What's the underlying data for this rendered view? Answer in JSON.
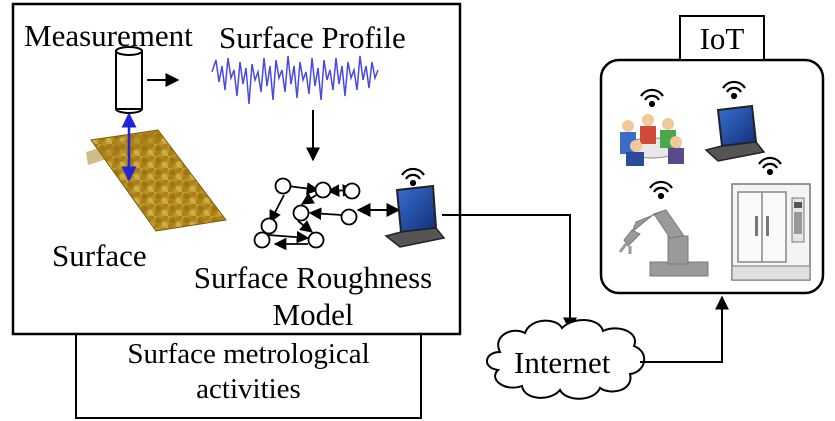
{
  "labels": {
    "measurement": "Measurement",
    "surface_profile": "Surface Profile",
    "surface": "Surface",
    "model_line1": "Surface Roughness",
    "model_line2": "Model",
    "activities_line1": "Surface metrological",
    "activities_line2": "activities",
    "internet": "Internet",
    "iot": "IoT"
  },
  "icon_names": [
    "measurement-probe-icon",
    "surface-profile-waveform",
    "rough-surface-icon",
    "roughness-model-network-icon",
    "laptop-icon",
    "wifi-icon",
    "people-meeting-icon",
    "robot-arm-icon",
    "cnc-machine-icon",
    "internet-cloud-icon"
  ],
  "colors": {
    "surface_gold": "#b8901c",
    "profile_blue": "#4a4ae0",
    "measure_arrow_blue": "#2323d8",
    "laptop_screen": "#1f4aa8",
    "robot_gray": "#9a9a9a"
  }
}
